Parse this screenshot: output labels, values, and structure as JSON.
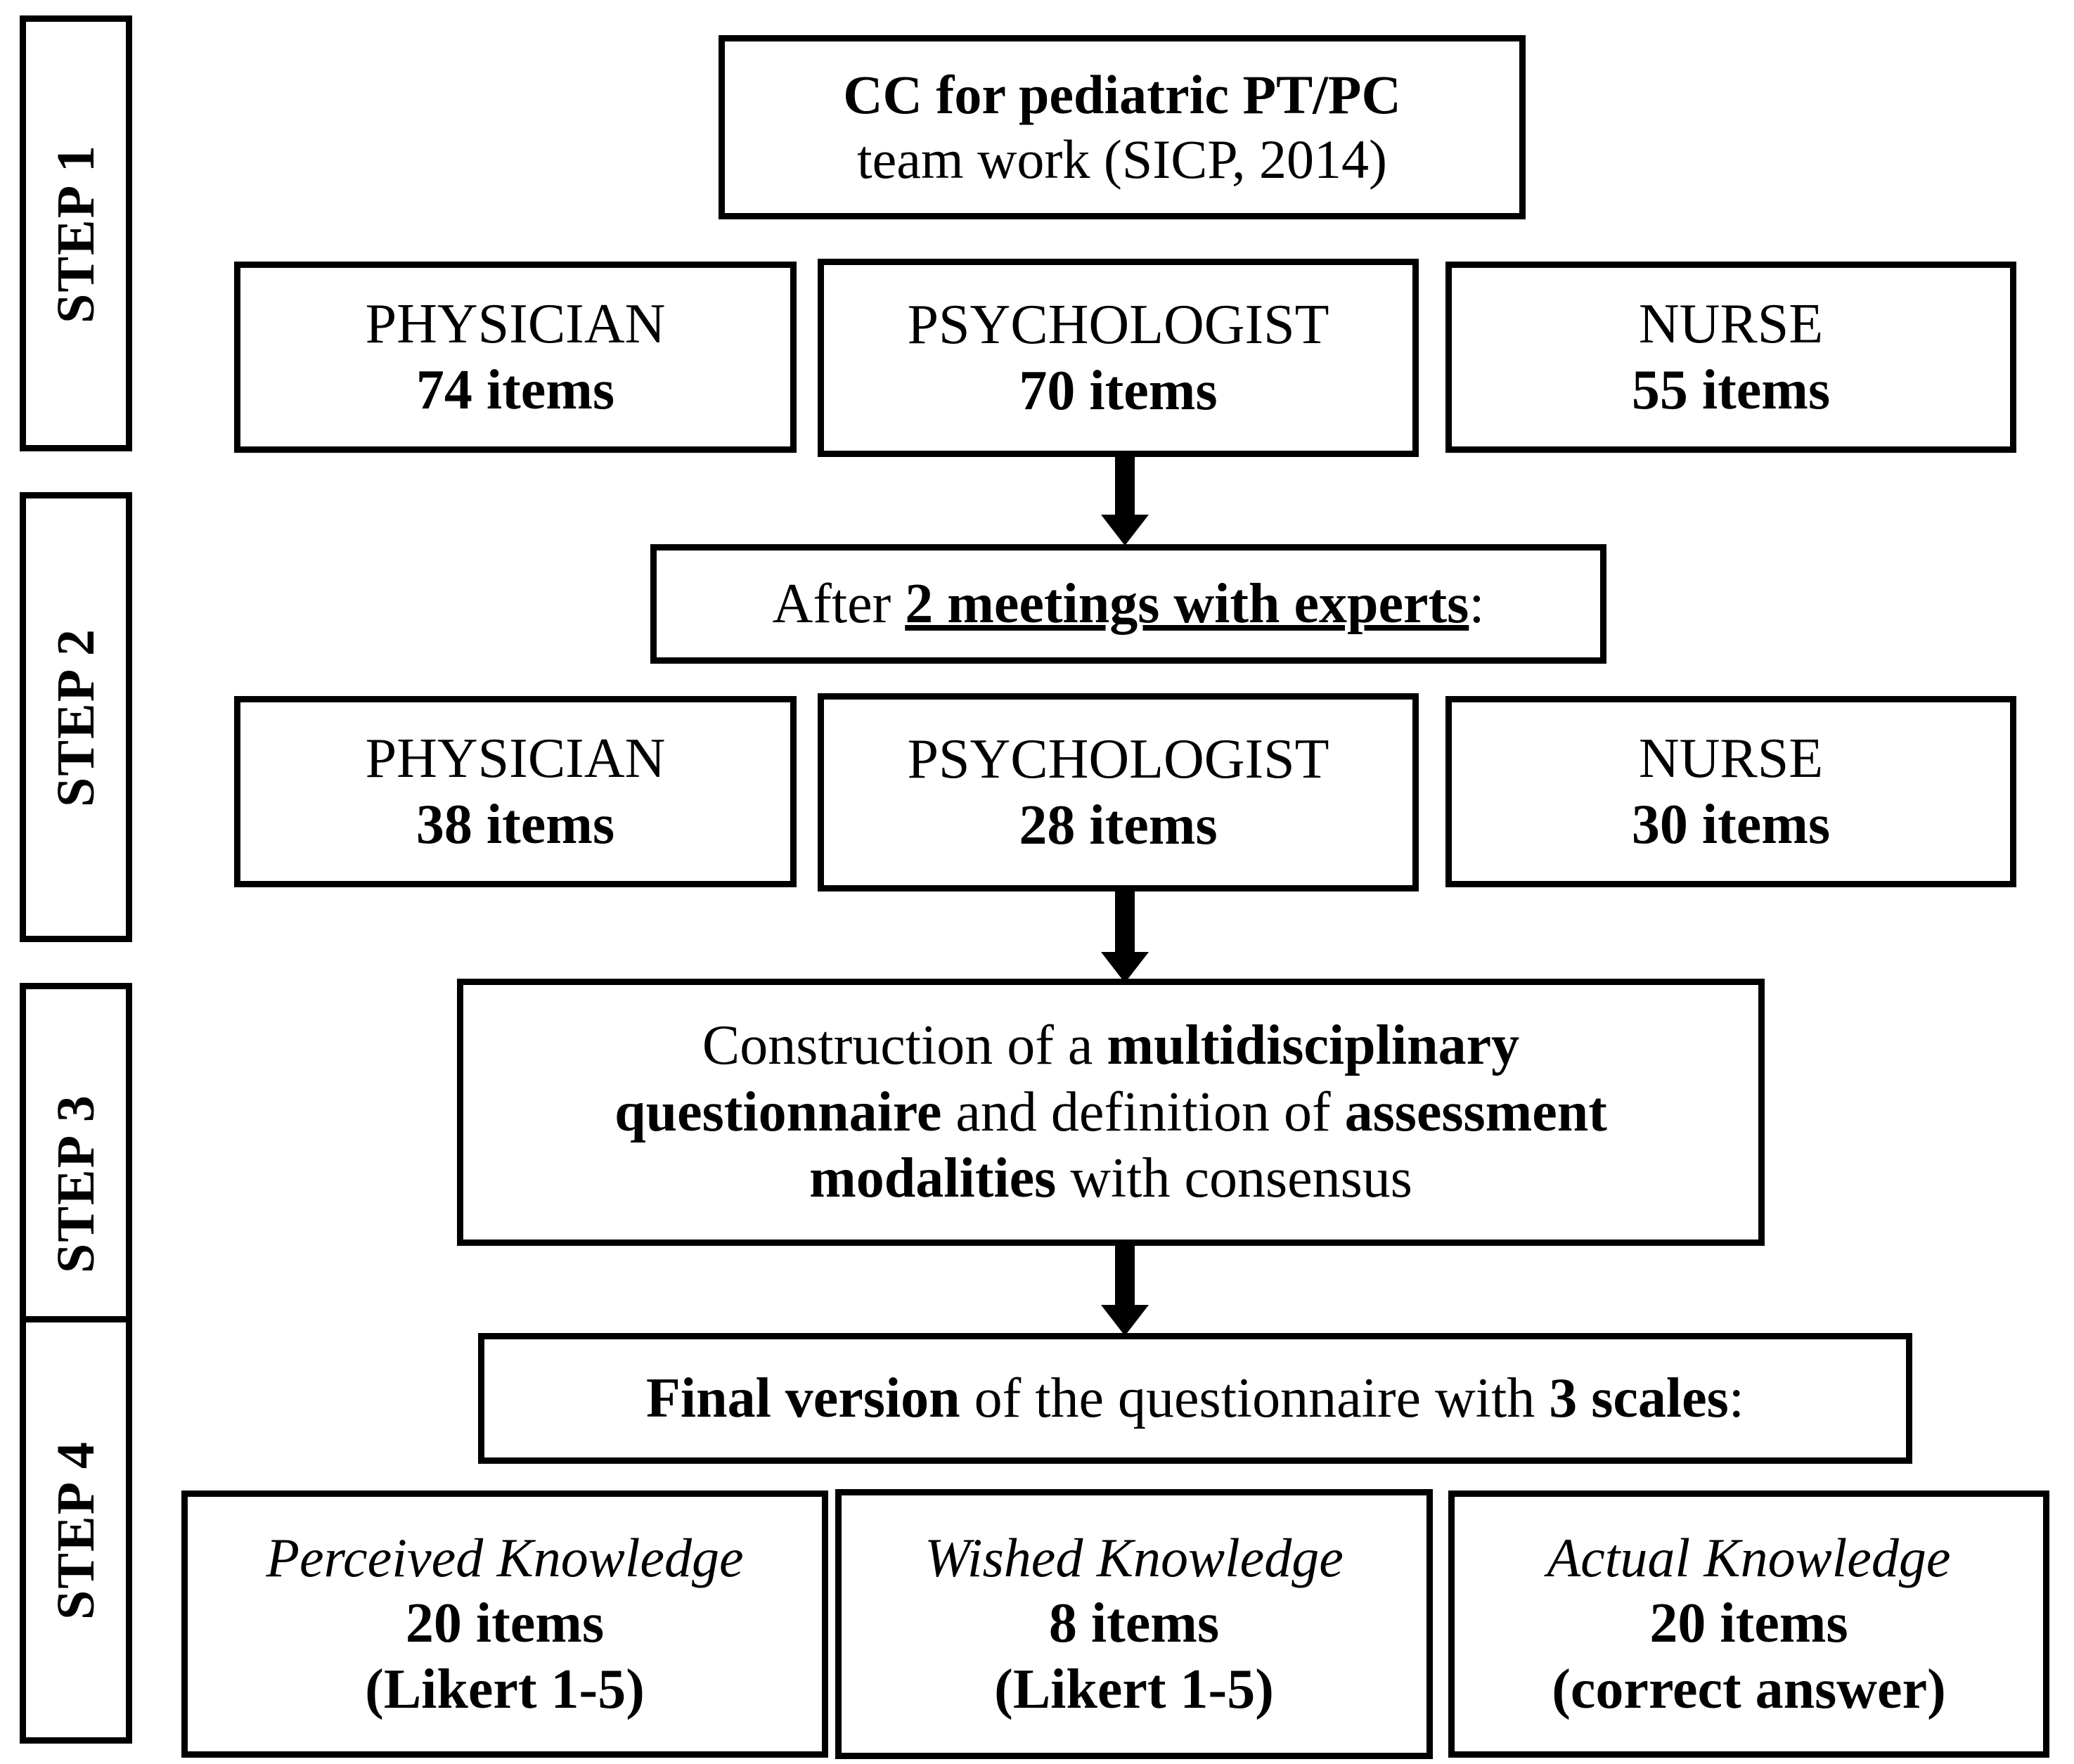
{
  "steps": [
    {
      "label": "STEP 1"
    },
    {
      "label": "STEP 2"
    },
    {
      "label": "STEP 3"
    },
    {
      "label": "STEP 4"
    }
  ],
  "step1": {
    "source_box": {
      "line1": "CC for pediatric PT/PC",
      "line2": "team work (SICP, 2014)"
    },
    "roles": [
      {
        "role": "PHYSICIAN",
        "count": "74 items"
      },
      {
        "role": "PSYCHOLOGIST",
        "count": "70 items"
      },
      {
        "role": "NURSE",
        "count": "55 items"
      }
    ]
  },
  "step2": {
    "meetings_box": {
      "prefix": "After ",
      "emphasis": "2 meetings with experts",
      "suffix": ":"
    },
    "roles": [
      {
        "role": "PHYSICIAN",
        "count": "38 items"
      },
      {
        "role": "PSYCHOLOGIST",
        "count": "28 items"
      },
      {
        "role": "NURSE",
        "count": "30 items"
      }
    ]
  },
  "step3": {
    "construction_box": {
      "line1_plain": "Construction of a ",
      "line1_bold": "multidisciplinary",
      "line2_bold_a": "questionnaire",
      "line2_plain": " and definition of ",
      "line2_bold_b": "assessment",
      "line3_bold": "modalities",
      "line3_plain": " with consensus"
    }
  },
  "step4": {
    "final_box": {
      "bold_a": "Final version",
      "plain_a": " of the questionnaire with ",
      "bold_b": "3 scales",
      "plain_b": ":"
    },
    "scales": [
      {
        "name": "Perceived Knowledge",
        "count": "20 items",
        "type": "(Likert 1-5)"
      },
      {
        "name": "Wished Knowledge",
        "count": "8 items",
        "type": "(Likert 1-5)"
      },
      {
        "name": "Actual Knowledge",
        "count": "20 items",
        "type": "(correct answer)"
      }
    ]
  },
  "colors": {
    "ink": "#000000",
    "paper": "#ffffff"
  }
}
